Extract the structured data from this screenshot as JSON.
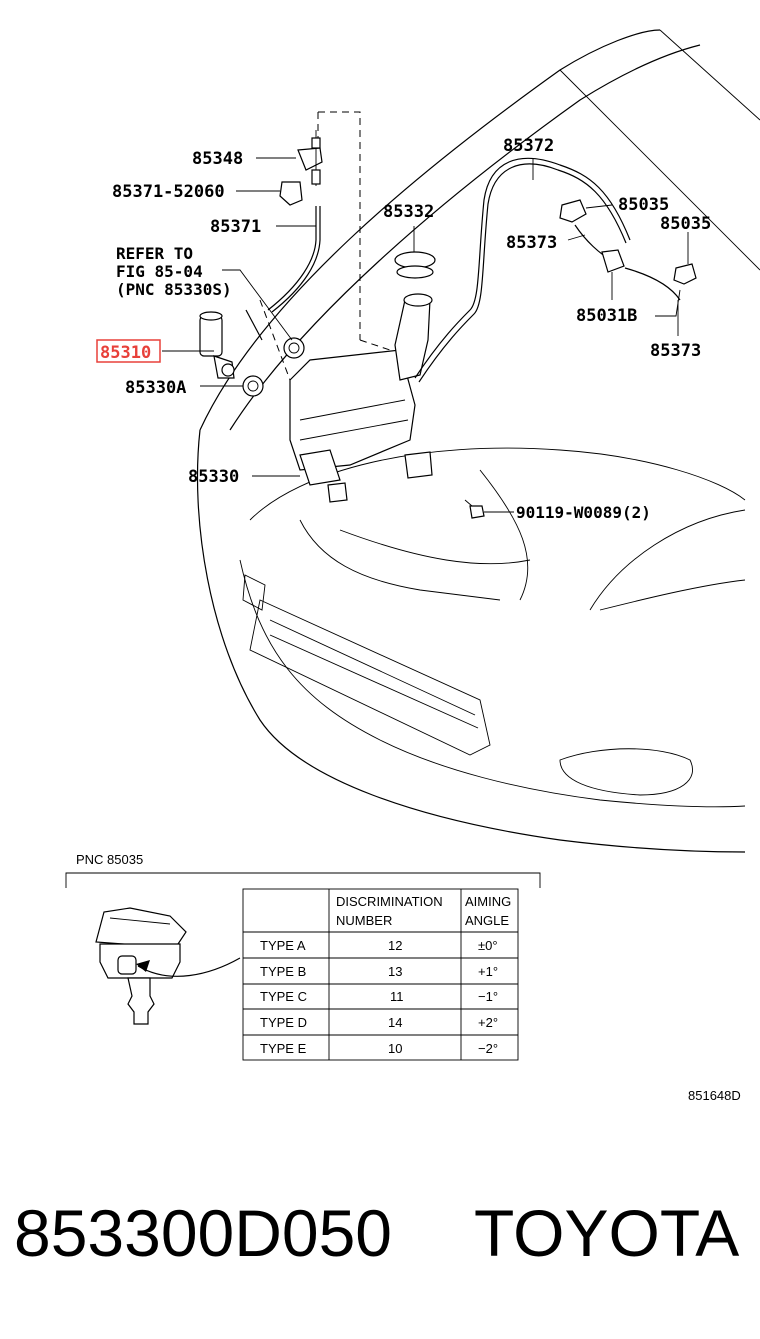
{
  "callouts": {
    "p85348": "85348",
    "p85371_52060": "85371-52060",
    "p85371": "85371",
    "refer_line1": "REFER TO",
    "refer_line2": "FIG 85-04",
    "refer_line3": "(PNC 85330S)",
    "p85310": "85310",
    "p85330A": "85330A",
    "p85330": "85330",
    "p85332": "85332",
    "p85372": "85372",
    "p85035_a": "85035",
    "p85035_b": "85035",
    "p85373_a": "85373",
    "p85031B": "85031B",
    "p85373_b": "85373",
    "p90119": "90119-W0089(2)"
  },
  "highlight_color": "#e8403a",
  "detail": {
    "pnc_label": "PNC 85035",
    "table": {
      "headers": [
        "",
        "DISCRIMINATION NUMBER",
        "AIMING ANGLE"
      ],
      "header_lines": {
        "col1_l1": "DISCRIMINATION",
        "col1_l2": "NUMBER",
        "col2_l1": "AIMING",
        "col2_l2": "ANGLE"
      },
      "rows": [
        {
          "type": "TYPE A",
          "number": "12",
          "angle": "±0°"
        },
        {
          "type": "TYPE B",
          "number": "13",
          "angle": "+1°"
        },
        {
          "type": "TYPE C",
          "number": "11",
          "angle": "−1°"
        },
        {
          "type": "TYPE D",
          "number": "14",
          "angle": "+2°"
        },
        {
          "type": "TYPE E",
          "number": "10",
          "angle": "−2°"
        }
      ]
    }
  },
  "figure_code": "851648D",
  "footer": {
    "part_number": "853300D050",
    "brand": "TOYOTA"
  }
}
